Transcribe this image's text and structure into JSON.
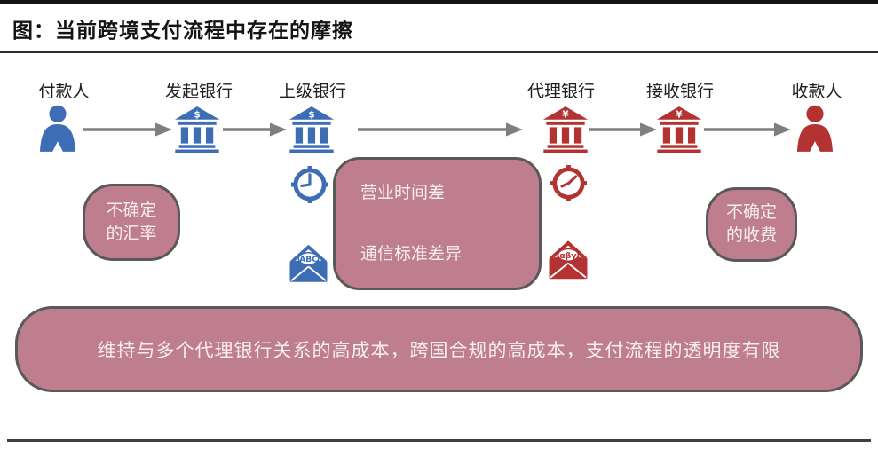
{
  "header": {
    "title": "图：当前跨境支付流程中存在的摩擦"
  },
  "flow": {
    "nodes": [
      {
        "label": "付款人",
        "type": "person",
        "color_group": "blue"
      },
      {
        "label": "发起银行",
        "type": "bank",
        "symbol": "$",
        "color_group": "blue"
      },
      {
        "label": "上级银行",
        "type": "bank",
        "symbol": "$",
        "color_group": "blue"
      },
      {
        "label": "代理银行",
        "type": "bank",
        "symbol": "¥",
        "color_group": "red"
      },
      {
        "label": "接收银行",
        "type": "bank",
        "symbol": "¥",
        "color_group": "red"
      },
      {
        "label": "收款人",
        "type": "person",
        "color_group": "red"
      }
    ]
  },
  "friction": {
    "left_box": {
      "line1": "不确定",
      "line2": "的汇率"
    },
    "middle_box": {
      "line1": "营业时间差",
      "line2": "通信标准差异"
    },
    "right_box": {
      "line1": "不确定",
      "line2": "的收费"
    },
    "bottom_box": {
      "text": "维持与多个代理银行关系的高成本，跨国合规的高成本，支付流程的透明度有限"
    }
  },
  "icons": {
    "blue_clock": "clock-icon",
    "red_clock": "clock-icon",
    "blue_envelope_label": "ABC",
    "red_envelope_label": "αβγ"
  },
  "colors": {
    "blue": "#3d6db5",
    "red": "#b23331",
    "pink_fill": "#bf7e8e",
    "box_border": "#595959",
    "arrow_gray": "#7f7f7f",
    "title_text": "#141414"
  }
}
